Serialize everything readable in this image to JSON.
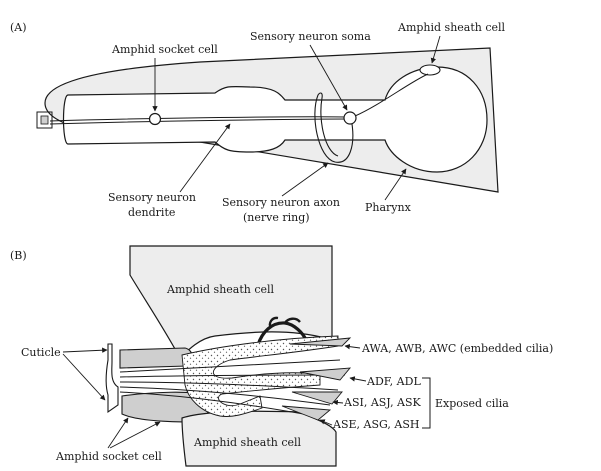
{
  "panels": {
    "a": {
      "letter": "(A)",
      "labels": {
        "amphid_socket_cell": "Amphid socket cell",
        "sensory_neuron_soma": "Sensory neuron soma",
        "amphid_sheath_cell": "Amphid sheath cell",
        "dendrite_line1": "Sensory neuron",
        "dendrite_line2": "dendrite",
        "axon_line1": "Sensory neuron axon",
        "axon_line2": "(nerve ring)",
        "pharynx": "Pharynx"
      }
    },
    "b": {
      "letter": "(B)",
      "labels": {
        "sheath_top": "Amphid sheath cell",
        "sheath_bottom": "Amphid sheath cell",
        "cuticle": "Cuticle",
        "socket": "Amphid socket cell",
        "embedded_group": "AWA, AWB, AWC  (embedded cilia)",
        "adf_adl": "ADF, ADL",
        "asi_asj_ask": "ASI, ASJ, ASK",
        "ase_asg_ash": "ASE, ASG, ASH",
        "exposed_cilia": "Exposed cilia"
      }
    }
  },
  "colors": {
    "body_fill": "#ededed",
    "dark_fill": "#cfcfcf",
    "stroke": "#1a1a1a"
  }
}
